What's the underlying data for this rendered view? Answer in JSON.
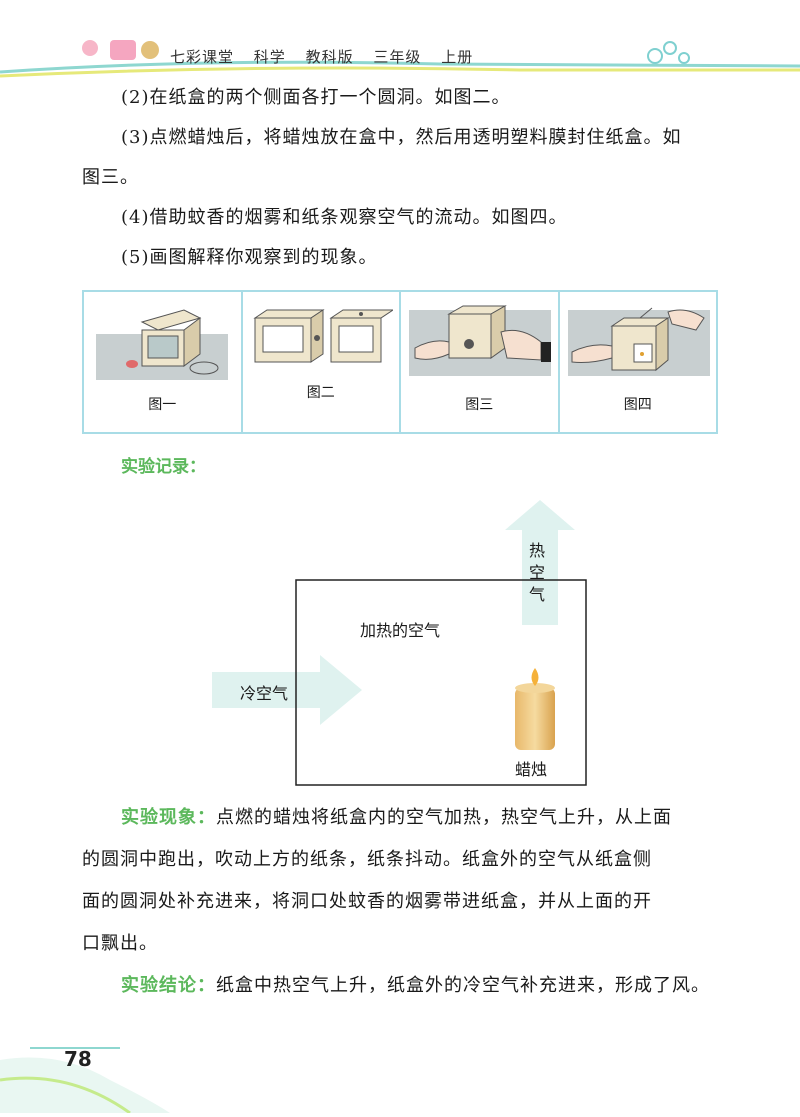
{
  "header": {
    "series": "七彩课堂",
    "subject": "科学",
    "edition": "教科版",
    "grade": "三年级",
    "volume": "上册"
  },
  "steps": [
    "(2)在纸盒的两个侧面各打一个圆洞。如图二。",
    "(3)点燃蜡烛后，将蜡烛放在盒中，然后用透明塑料膜封住纸盒。如",
    "图三。",
    "(4)借助蚊香的烟雾和纸条观察空气的流动。如图四。",
    "(5)画图解释你观察到的现象。"
  ],
  "figures": [
    {
      "caption": "图一"
    },
    {
      "caption": "图二"
    },
    {
      "caption": "图三"
    },
    {
      "caption": "图四"
    }
  ],
  "record_label": "实验记录：",
  "diagram": {
    "hot_air": "热空气",
    "heated_air": "加热的空气",
    "cold_air": "冷空气",
    "candle": "蜡烛"
  },
  "phenomenon": {
    "label": "实验现象：",
    "lines": [
      "点燃的蜡烛将纸盒内的空气加热，热空气上升，从上面",
      "的圆洞中跑出，吹动上方的纸条，纸条抖动。纸盒外的空气从纸盒侧",
      "面的圆洞处补充进来，将洞口处蚊香的烟雾带进纸盒，并从上面的开",
      "口飘出。"
    ]
  },
  "conclusion": {
    "label": "实验结论：",
    "text": "纸盒中热空气上升，纸盒外的冷空气补充进来，形成了风。"
  },
  "page_number": "78",
  "colors": {
    "accent_green": "#5cb85c",
    "border_cyan": "#a8dce6",
    "arrow_fill": "#dff2ef"
  }
}
